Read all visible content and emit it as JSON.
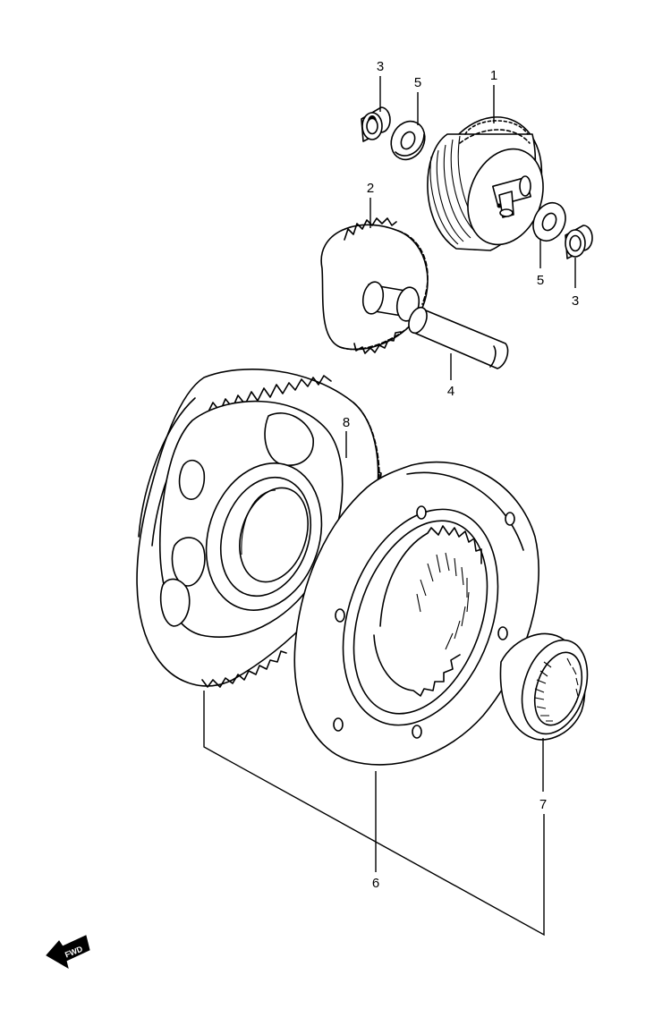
{
  "callouts": {
    "c1": "1",
    "c2": "2",
    "c3a": "3",
    "c3b": "3",
    "c4": "4",
    "c5a": "5",
    "c5b": "5",
    "c6": "6",
    "c7": "7",
    "c8": "8"
  },
  "fwd_label": "FWD"
}
